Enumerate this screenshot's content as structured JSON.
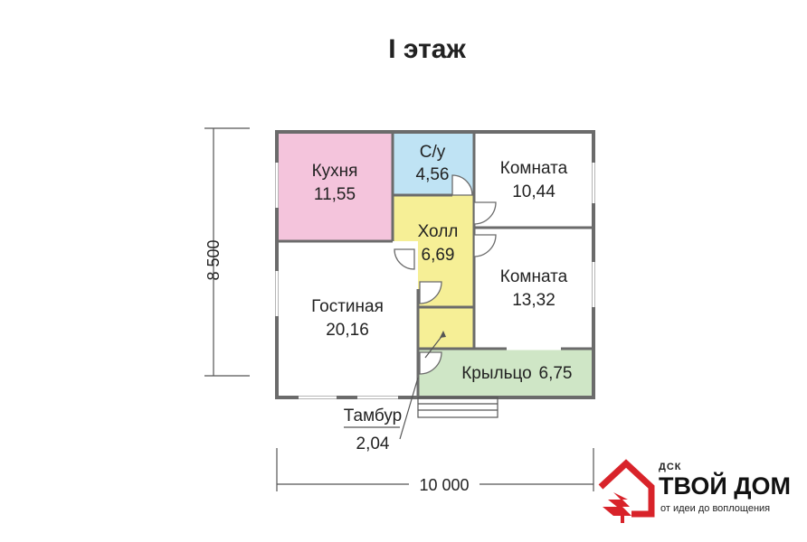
{
  "title": "I этаж",
  "rooms": {
    "kitchen": {
      "name": "Кухня",
      "area": "11,55",
      "color": "#f4c4dc"
    },
    "bathroom": {
      "name": "С/у",
      "area": "4,56",
      "color": "#bfe3f4"
    },
    "room1": {
      "name": "Комната",
      "area": "10,44",
      "color": "#ffffff"
    },
    "hall": {
      "name": "Холл",
      "area": "6,69",
      "color": "#f6ef96"
    },
    "room2": {
      "name": "Комната",
      "area": "13,32",
      "color": "#ffffff"
    },
    "living": {
      "name": "Гостиная",
      "area": "20,16",
      "color": "#ffffff"
    },
    "porch": {
      "name": "Крыльцо",
      "area": "6,75",
      "color": "#cfe6c6"
    },
    "vestibule": {
      "name": "Тамбур",
      "area": "2,04",
      "color": "#f6ef96"
    }
  },
  "dimensions": {
    "height": "8 500",
    "width": "10 000"
  },
  "logo": {
    "top": "ДСК",
    "brand": "ТВОЙ ДОМ",
    "tagline": "от идеи до воплощения",
    "color": "#d8232a"
  }
}
